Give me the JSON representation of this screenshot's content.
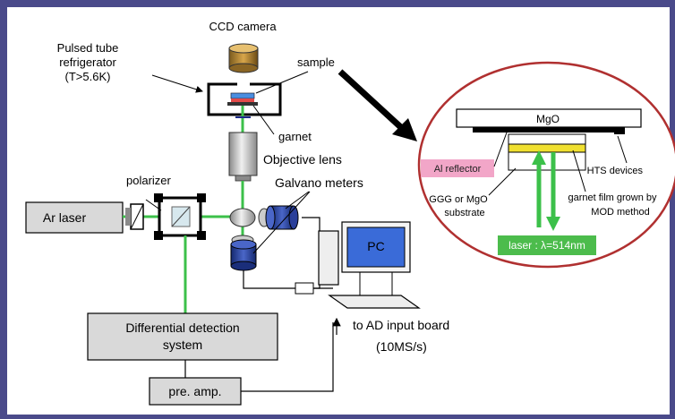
{
  "labels": {
    "ccd_camera": "CCD camera",
    "refrigerator_line1": "Pulsed tube",
    "refrigerator_line2": "refrigerator",
    "refrigerator_line3": "(T>5.6K)",
    "sample": "sample",
    "garnet": "garnet",
    "objective_lens": "Objective lens",
    "polarizer": "polarizer",
    "galvano_meters": "Galvano meters",
    "ar_laser": "Ar laser",
    "pc": "PC",
    "differential_line1": "Differential detection",
    "differential_line2": "system",
    "ad_board_line1": "to AD input board",
    "ad_board_line2": "(10MS/s)",
    "pre_amp": "pre. amp.",
    "mgo": "MgO",
    "al_reflector": "Al reflector",
    "hts_devices": "HTS devices",
    "ggg_line1": "GGG or MgO",
    "ggg_line2": "substrate",
    "garnet_film_line1": "garnet film grown by",
    "garnet_film_line2": "MOD method",
    "laser_wavelength": "laser : λ=514nm"
  },
  "colors": {
    "background": "#4a4a8a",
    "panel": "#ffffff",
    "laser_beam": "#3cc04a",
    "galvano_blue": "#2a3f9a",
    "box_gray": "#d9d9d9",
    "pc_screen": "#3a6bd8",
    "zoom_circle": "#b03030",
    "al_reflector_pink": "#f2a6c8",
    "garnet_yellow": "#f0e030"
  }
}
